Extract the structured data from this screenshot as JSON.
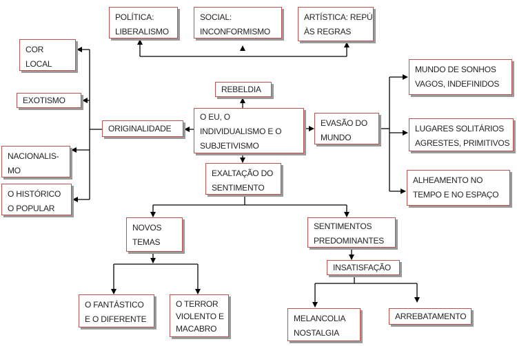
{
  "nodes": {
    "politica": [
      "POLÍTICA:",
      "LIBERALISMO"
    ],
    "social": [
      "SOCIAL:",
      "INCONFORMISMO"
    ],
    "artistica": [
      "ARTÍSTICA: REPÚDIO",
      "ÀS REGRAS"
    ],
    "cor_local": [
      "COR",
      "LOCAL"
    ],
    "exotismo": [
      "EXOTISMO"
    ],
    "nacionalismo": [
      "NACIONALIS-",
      "MO"
    ],
    "historico": [
      "O HISTÓRICO",
      "O POPULAR"
    ],
    "rebeldia": [
      "REBELDIA"
    ],
    "originalidade": [
      "ORIGINALIDADE"
    ],
    "eu": [
      "O EU, O",
      "INDIVIDUALISMO E O",
      "SUBJETIVISMO"
    ],
    "evasao": [
      "EVASÃO DO",
      "MUNDO"
    ],
    "sonhos": [
      "MUNDO DE SONHOS",
      "VAGOS, INDEFINIDOS"
    ],
    "lugares": [
      "LUGARES SOLITÁRIOS",
      "AGRESTES, PRIMITIVOS"
    ],
    "alheamento": [
      "ALHEAMENTO NO",
      "TEMPO E NO ESPAÇO"
    ],
    "exaltacao": [
      "EXALTAÇÃO DO",
      "SENTIMENTO"
    ],
    "novos_temas": [
      "NOVOS",
      "TEMAS"
    ],
    "sentimentos": [
      "SENTIMENTOS",
      "PREDOMINANTES"
    ],
    "insatisfacao": [
      "INSATISFAÇÃO"
    ],
    "fantastico": [
      "O FANTÁSTICO",
      "E O DIFERENTE"
    ],
    "terror": [
      "O TERROR",
      "VIOLENTO E",
      "MACABRO"
    ],
    "melancolia": [
      "MELANCOLIA",
      "NOSTALGIA"
    ],
    "arrebatamento": [
      "ARREBATAMENTO"
    ]
  },
  "colors": {
    "border": "#c0504d",
    "shadow": "#9a9a9a",
    "line": "#000000"
  }
}
